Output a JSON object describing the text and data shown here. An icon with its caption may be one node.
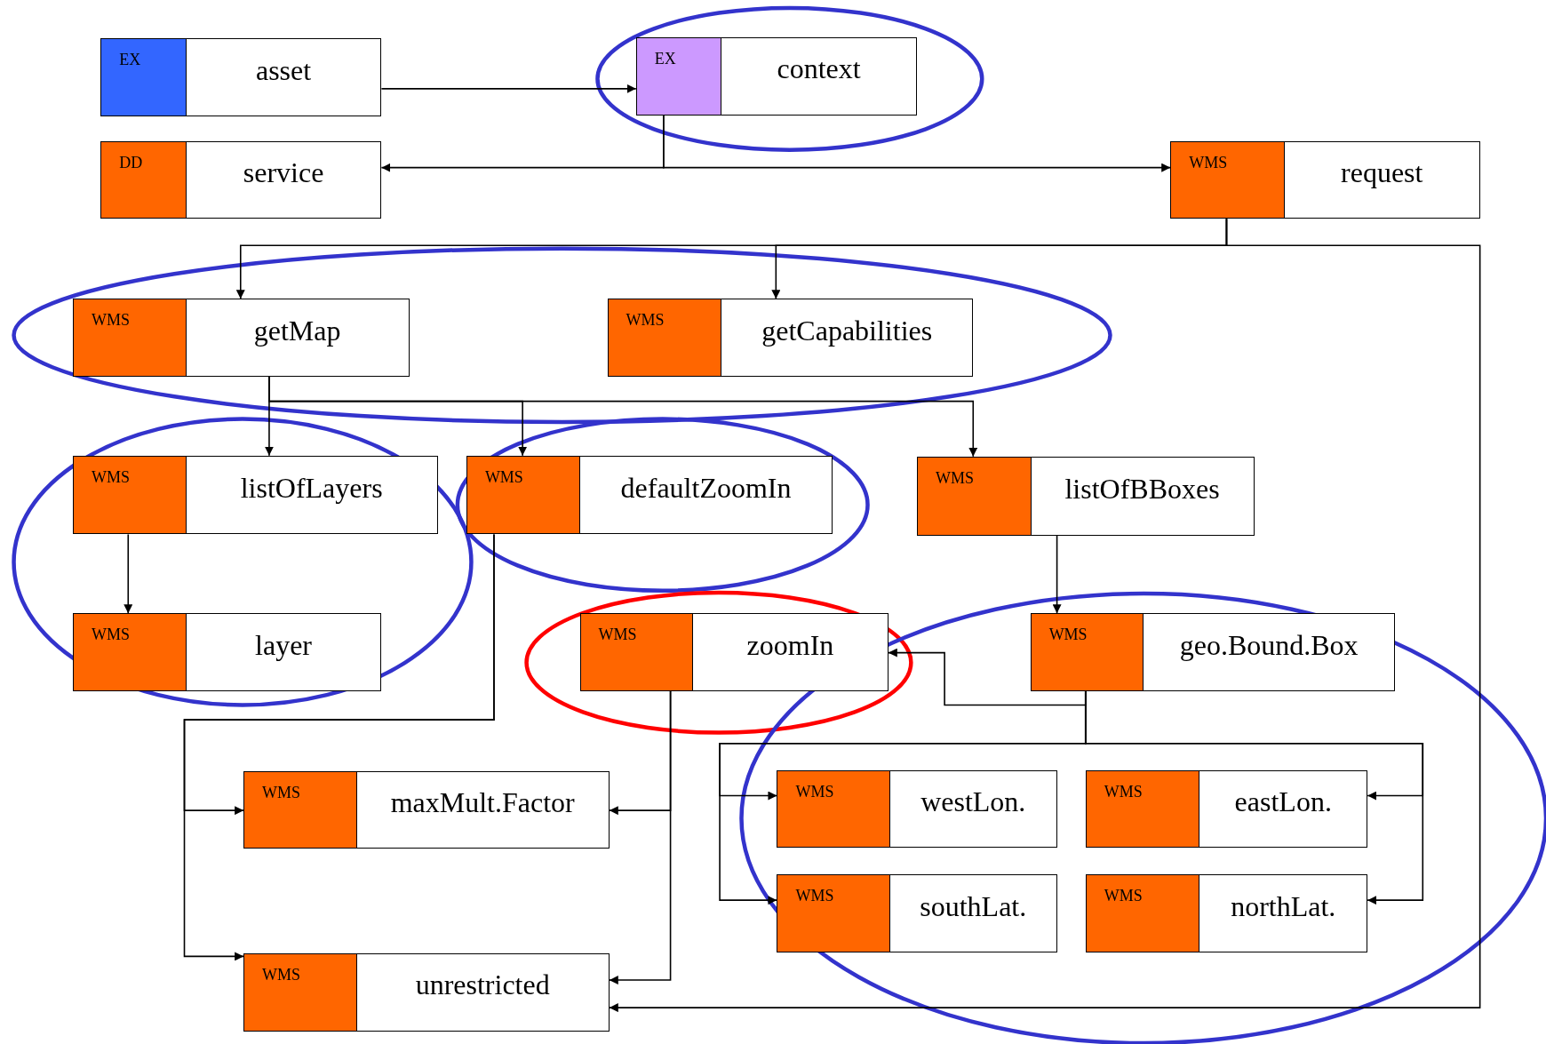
{
  "diagram": {
    "nodes": [
      {
        "text": [
          "EX",
          "asset"
        ]
      },
      {
        "text": [
          "EX",
          "context"
        ]
      },
      {
        "text": [
          "DD",
          "service"
        ]
      },
      {
        "text": [
          "WMS",
          "request"
        ]
      },
      {
        "text": [
          "WMS",
          "getMap"
        ]
      },
      {
        "text": [
          "WMS",
          "getCapabilities"
        ]
      },
      {
        "text": [
          "WMS",
          "listOfLayers"
        ]
      },
      {
        "text": [
          "WMS",
          "defaultZoomIn"
        ]
      },
      {
        "text": [
          "WMS",
          "listOfBBoxes"
        ]
      },
      {
        "text": [
          "WMS",
          "layer"
        ]
      },
      {
        "text": [
          "WMS",
          "zoomIn"
        ]
      },
      {
        "text": [
          "WMS",
          "geo.Bound.Box"
        ]
      },
      {
        "text": [
          "WMS",
          "maxMult.Factor"
        ]
      },
      {
        "text": [
          "WMS",
          "westLon."
        ]
      },
      {
        "text": [
          "WMS",
          "eastLon."
        ]
      },
      {
        "text": [
          "WMS",
          "southLat."
        ]
      },
      {
        "text": [
          "WMS",
          "northLat."
        ]
      },
      {
        "text": [
          "WMS",
          "unrestricted"
        ]
      }
    ],
    "edges": [
      {
        "from": 0,
        "to": 1,
        "arrow": "to"
      },
      {
        "from": 1,
        "to": 2,
        "arrow": "to"
      },
      {
        "from": 1,
        "to": 3,
        "arrow": "to"
      },
      {
        "from": 3,
        "to": 4,
        "arrow": "to"
      },
      {
        "from": 3,
        "to": 5,
        "arrow": "to"
      },
      {
        "from": 3,
        "to": 17,
        "arrow": "to"
      },
      {
        "from": 4,
        "to": 6,
        "arrow": "to"
      },
      {
        "from": 4,
        "to": 7,
        "arrow": "to"
      },
      {
        "from": 4,
        "to": 8,
        "arrow": "to"
      },
      {
        "from": 6,
        "to": 9,
        "arrow": "to"
      },
      {
        "from": 7,
        "to": 12,
        "arrow": "to"
      },
      {
        "from": 7,
        "to": 17,
        "arrow": "to"
      },
      {
        "from": 8,
        "to": 11,
        "arrow": "to"
      },
      {
        "from": 10,
        "to": 12,
        "arrow": "to"
      },
      {
        "from": 10,
        "to": 17,
        "arrow": "to"
      },
      {
        "from": 11,
        "to": 10,
        "arrow": "to"
      },
      {
        "from": 11,
        "to": 13,
        "arrow": "to"
      },
      {
        "from": 11,
        "to": 15,
        "arrow": "to"
      },
      {
        "from": 11,
        "to": 14,
        "arrow": "to"
      },
      {
        "from": 11,
        "to": 16,
        "arrow": "to"
      }
    ]
  }
}
